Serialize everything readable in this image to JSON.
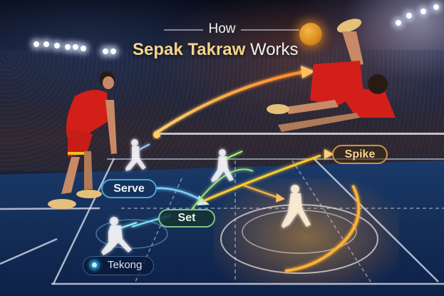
{
  "title": {
    "line1": "How",
    "highlight": "Sepak Takraw",
    "suffix": "Works"
  },
  "labels": {
    "serve": "Serve",
    "set": "Set",
    "spike": "Spike",
    "tekong": "Tekong"
  },
  "colors": {
    "title_gold": "#f3d58a",
    "serve_border": "#4aa3d8",
    "set_border": "#7fbf8f",
    "spike_border": "#c8964a",
    "trajectory_orange": "#ffb030",
    "jersey_red": "#d21f1a",
    "court_blue": "#15305a"
  },
  "scene": {
    "players": [
      "standing-player-red",
      "bicycle-kick-player-red"
    ],
    "ghost_figures": [
      "tekong-server-figure",
      "setter-figure",
      "receiver-figure",
      "center-figure"
    ],
    "ball": "takraw-ball"
  }
}
